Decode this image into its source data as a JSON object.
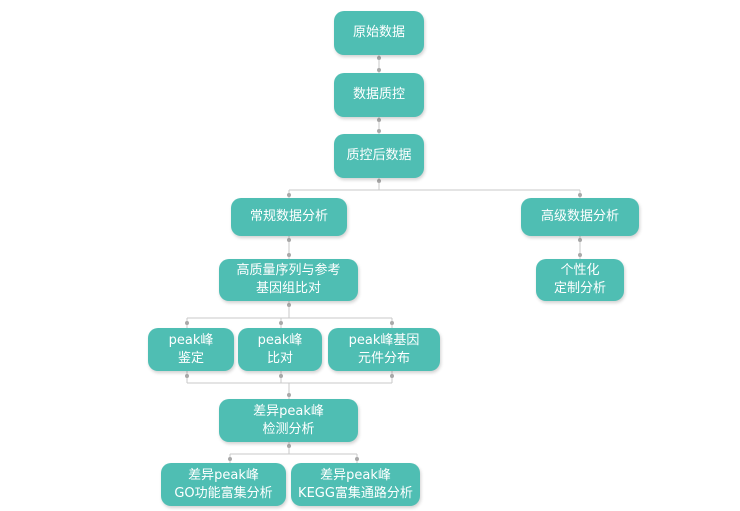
{
  "nodes": {
    "raw": [
      "原始数据"
    ],
    "qc": [
      "数据质控"
    ],
    "after_qc": [
      "质控后数据"
    ],
    "routine": [
      "常规数据分析"
    ],
    "advanced": [
      "高级数据分析"
    ],
    "quality_ref": [
      "高质量序列与参考",
      "基因组比对"
    ],
    "custom": [
      "个性化",
      "定制分析"
    ],
    "peak_id": [
      "peak峰",
      "鉴定"
    ],
    "peak_align": [
      "peak峰",
      "比对"
    ],
    "peak_gene": [
      "peak峰基因",
      "元件分布"
    ],
    "diff_peak": [
      "差异peak峰",
      "检测分析"
    ],
    "go": [
      "差异peak峰",
      "GO功能富集分析"
    ],
    "kegg": [
      "差异peak峰",
      "KEGG富集通路分析"
    ]
  },
  "colors": {
    "node_fill": "#4fbeb3",
    "node_text": "#ffffff",
    "connector": "#c8c8c8",
    "dot": "#a9a9a9"
  }
}
